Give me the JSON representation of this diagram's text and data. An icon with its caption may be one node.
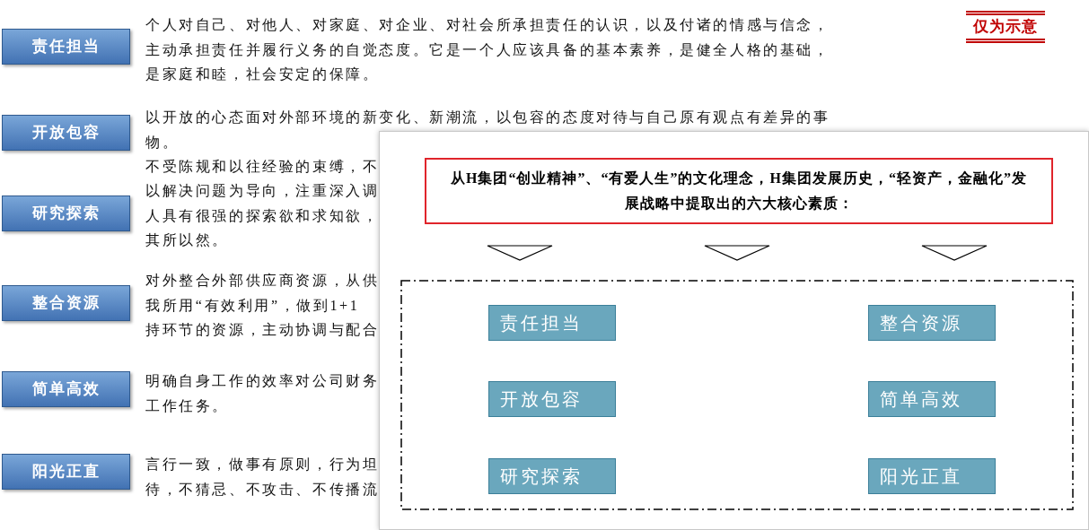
{
  "diagram": {
    "nodes": [
      {
        "text": [
          "责任担当"
        ],
        "beside": [
          "个人对自己、对他人、对家庭、对企业、对社会所承担责任的认识，以及付诸的情感与信念，主动承担责任并履行义务的自觉态度。它是一个人应该具备的基本素养，是健全人格的基础，是家庭和睦，社会安定的保障。"
        ]
      },
      {
        "text": [
          "开放包容"
        ],
        "beside": [
          "以开放的心态面对外部环境的新变化、新潮流，以包容的态度对待与自己原有观点有差异的事物。",
          "不受陈规和以往经验的束缚，不"
        ]
      },
      {
        "text": [
          "研究探索"
        ],
        "beside": [
          "以解决问题为导向，注重深入调",
          "人具有很强的探索欲和求知欲，",
          "其所以然。"
        ]
      },
      {
        "text": [
          "整合资源"
        ],
        "beside": [
          "对外整合外部供应商资源，从供",
          "我所用“有效利用”，做到1+1",
          "持环节的资源，主动协调与配合"
        ]
      },
      {
        "text": [
          "简单高效"
        ],
        "beside": [
          "明确自身工作的效率对公司财务",
          "工作任务。"
        ]
      },
      {
        "text": [
          "阳光正直"
        ],
        "beside": [
          "言行一致，做事有原则，行为坦",
          "待，不猜忌、不攻击、不传播流"
        ]
      },
      {
        "text": [],
        "shape": "box"
      },
      {
        "text": [
          "从H集团“创业精神”、“有爱人生”的文化理念，H集团发展历史，“轻资产，金融化”发展战略中提取出的六大核心素质："
        ],
        "in": 6
      },
      {
        "text": [],
        "shape": "box",
        "in": 6
      },
      {
        "text": [
          "责任担当"
        ],
        "in": 8
      },
      {
        "text": [
          "整合资源"
        ],
        "in": 8
      },
      {
        "text": [
          "开放包容"
        ],
        "in": 8
      },
      {
        "text": [
          "简单高效"
        ],
        "in": 8
      },
      {
        "text": [
          "研究探索"
        ],
        "in": 8
      },
      {
        "text": [
          "阳光正直"
        ],
        "in": 8
      }
    ],
    "edges": [
      {
        "from": 7,
        "to": 8,
        "arrow": "to"
      },
      {
        "from": 7,
        "to": 8,
        "arrow": "to"
      },
      {
        "from": 7,
        "to": 8,
        "arrow": "to"
      }
    ],
    "labels": [
      "仅为示意"
    ]
  }
}
